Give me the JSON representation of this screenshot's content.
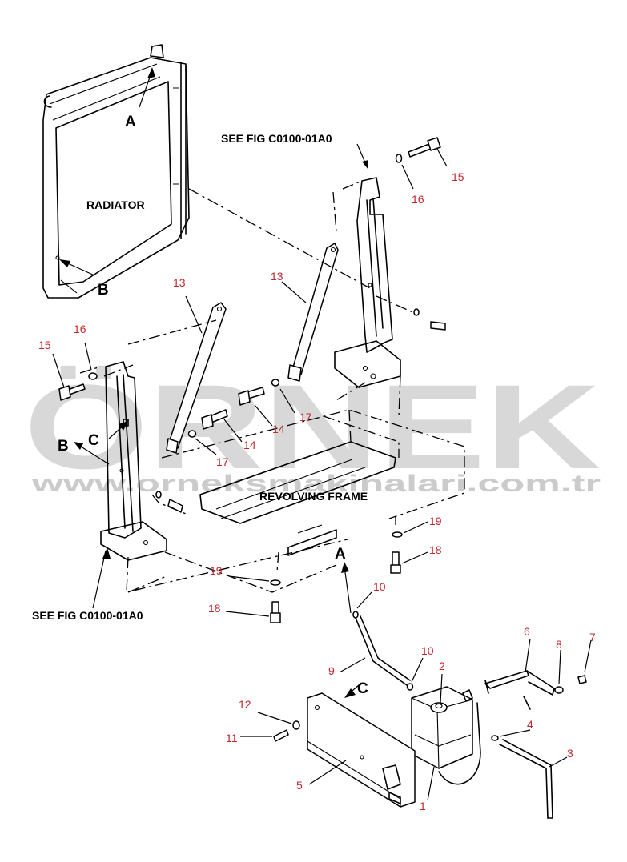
{
  "labels": {
    "radiator": "RADIATOR",
    "revolving_frame": "REVOLVING FRAME",
    "see_fig_top": "SEE FIG C0100-01A0",
    "see_fig_bottom": "SEE FIG C0100-01A0"
  },
  "ref_letters": {
    "a_top": "A",
    "b_top": "B",
    "b_left": "B",
    "c_left": "C",
    "a_mid": "A",
    "c_bottom": "C"
  },
  "part_numbers": {
    "p1": "1",
    "p2": "2",
    "p3": "3",
    "p4": "4",
    "p5": "5",
    "p6": "6",
    "p7": "7",
    "p8": "8",
    "p9": "9",
    "p10a": "10",
    "p10b": "10",
    "p11": "11",
    "p12": "12",
    "p13a": "13",
    "p13b": "13",
    "p14a": "14",
    "p14b": "14",
    "p15a": "15",
    "p15b": "15",
    "p16a": "16",
    "p16b": "16",
    "p17a": "17",
    "p17b": "17",
    "p18a": "18",
    "p18b": "18",
    "p19a": "19",
    "p19b": "19"
  },
  "watermark": {
    "brand": "ÖRNEK",
    "url": "www.orneksmakinalari.com.tr"
  },
  "colors": {
    "part_number": "#c0282e",
    "watermark": "#b9b9b9"
  }
}
